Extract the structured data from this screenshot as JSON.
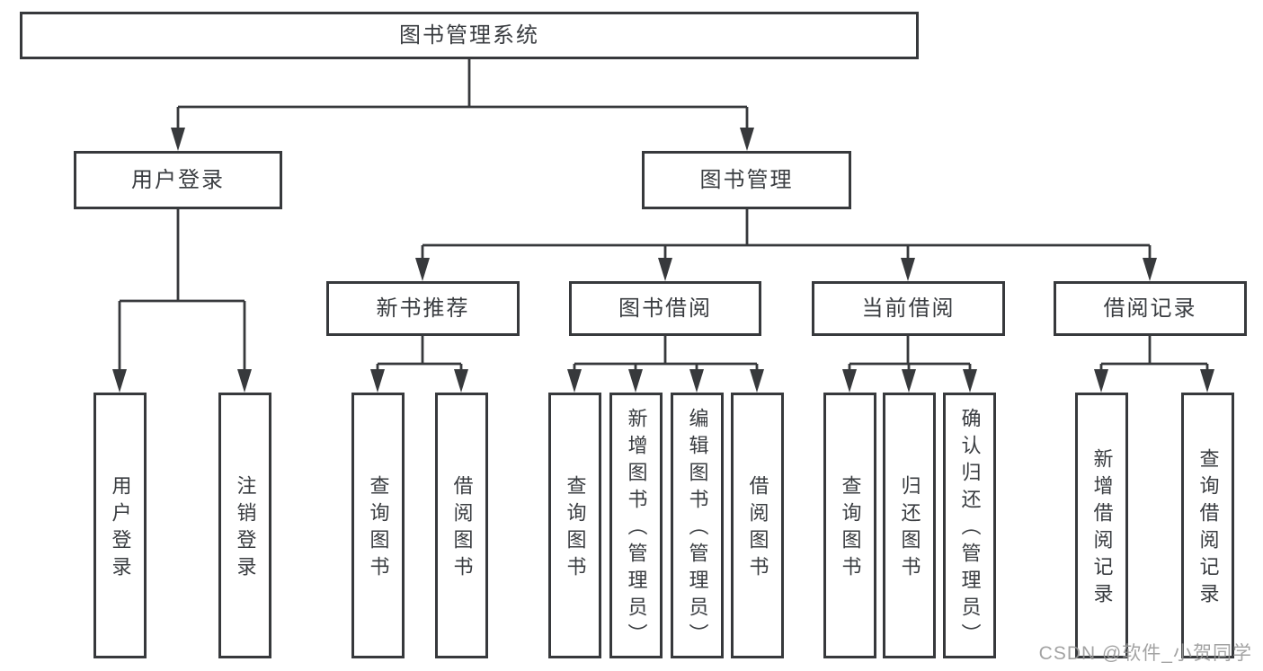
{
  "tree": {
    "root": {
      "label": "图书管理系统",
      "children": [
        {
          "label": "用户登录",
          "children": [
            {
              "label": "用户登录"
            },
            {
              "label": "注销登录"
            }
          ]
        },
        {
          "label": "图书管理",
          "children": [
            {
              "label": "新书推荐",
              "children": [
                {
                  "label": "查询图书"
                },
                {
                  "label": "借阅图书"
                }
              ]
            },
            {
              "label": "图书借阅",
              "children": [
                {
                  "label": "查询图书"
                },
                {
                  "label": "新增图书（管理员）"
                },
                {
                  "label": "编辑图书（管理员）"
                },
                {
                  "label": "借阅图书"
                }
              ]
            },
            {
              "label": "当前借阅",
              "children": [
                {
                  "label": "查询图书"
                },
                {
                  "label": "归还图书"
                },
                {
                  "label": "确认归还（管理员）"
                }
              ]
            },
            {
              "label": "借阅记录",
              "children": [
                {
                  "label": "新增借阅记录"
                },
                {
                  "label": "查询借阅记录"
                }
              ]
            }
          ]
        }
      ]
    }
  },
  "watermark": {
    "text": "CSDN @软件_小贺同学"
  },
  "colors": {
    "line": "#37393c",
    "box_border": "#37393c",
    "box_bg": "#ffffff",
    "text": "#3a3d41",
    "watermark": "#969696"
  }
}
